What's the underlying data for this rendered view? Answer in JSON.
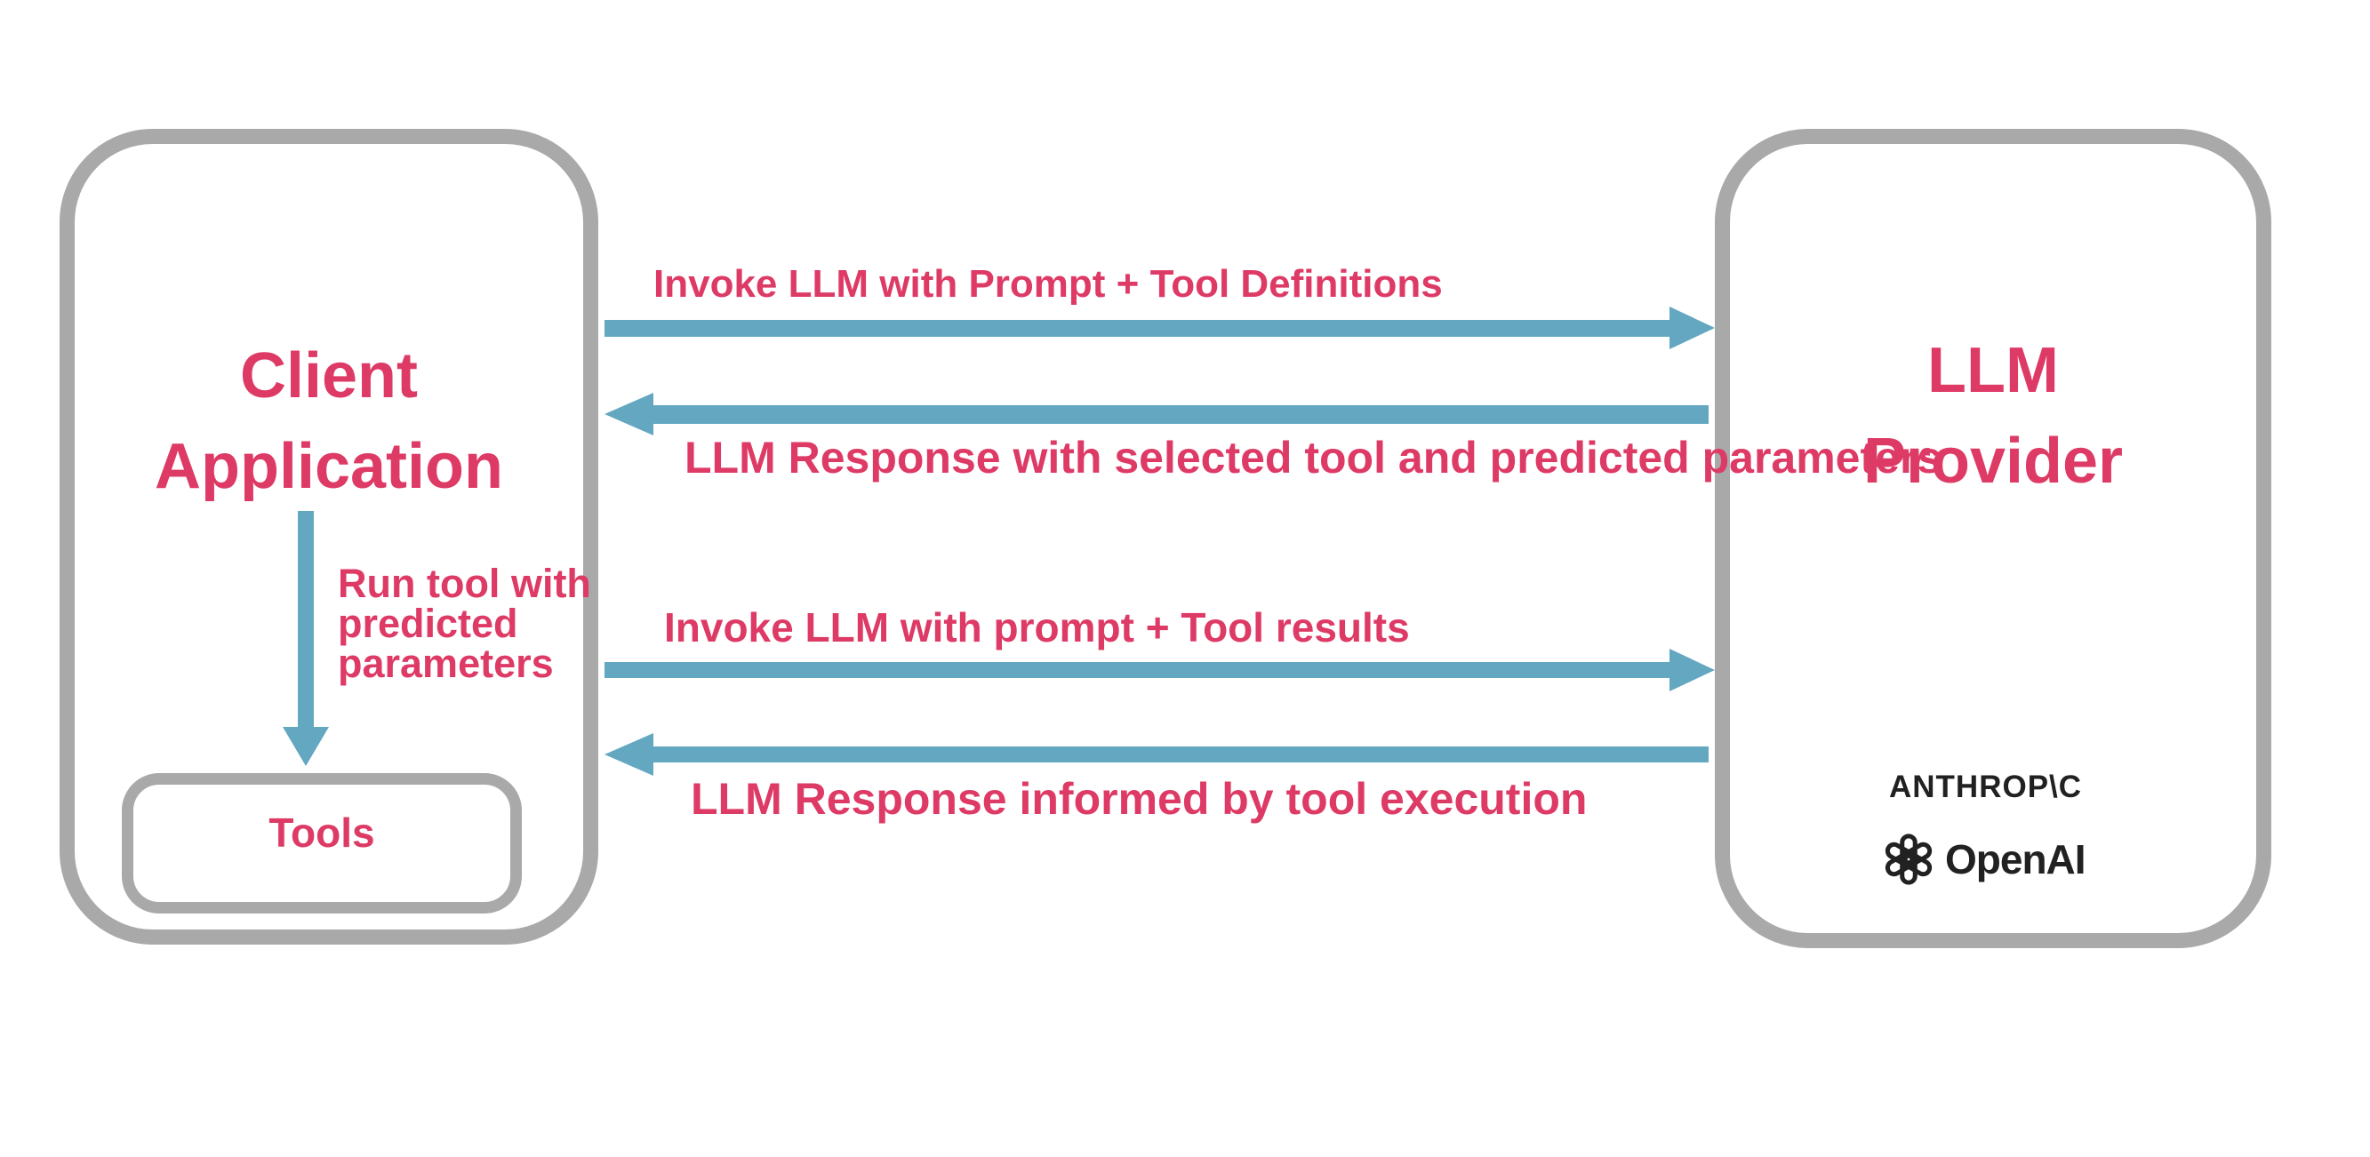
{
  "diagram": {
    "client_box": {
      "lines": [
        "Client",
        "Application"
      ]
    },
    "tools_box": {
      "label": "Tools"
    },
    "llm_box": {
      "lines": [
        "LLM",
        "Provider"
      ]
    },
    "logos": {
      "anthropic": "ANTHROP\\C",
      "openai": "OpenAI"
    },
    "arrows": {
      "invoke_with_definitions": {
        "direction": "right",
        "label": "Invoke LLM with Prompt + Tool Definitions"
      },
      "response_selected_tool": {
        "direction": "left",
        "label": "LLM Response with selected tool and predicted parameters"
      },
      "invoke_with_results": {
        "direction": "right",
        "label": "Invoke LLM with prompt + Tool results"
      },
      "response_informed": {
        "direction": "left",
        "label": "LLM Response informed by tool execution"
      },
      "run_tool": {
        "direction": "down",
        "lines": [
          "Run tool with",
          "predicted",
          "parameters"
        ]
      }
    },
    "colors": {
      "accent_pink": "#DE3A66",
      "arrow_blue": "#63A7C1",
      "border_gray": "#A9A9A9",
      "logo_black": "#212121"
    }
  }
}
